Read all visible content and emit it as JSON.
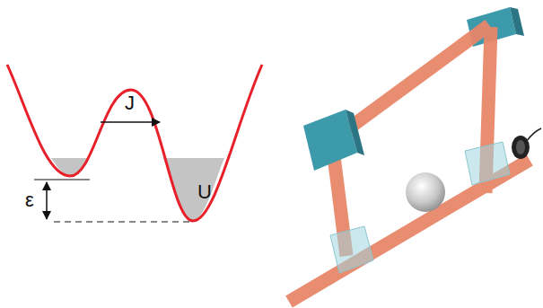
{
  "diagram": {
    "labels": [
      "J",
      "U",
      "ε"
    ]
  }
}
